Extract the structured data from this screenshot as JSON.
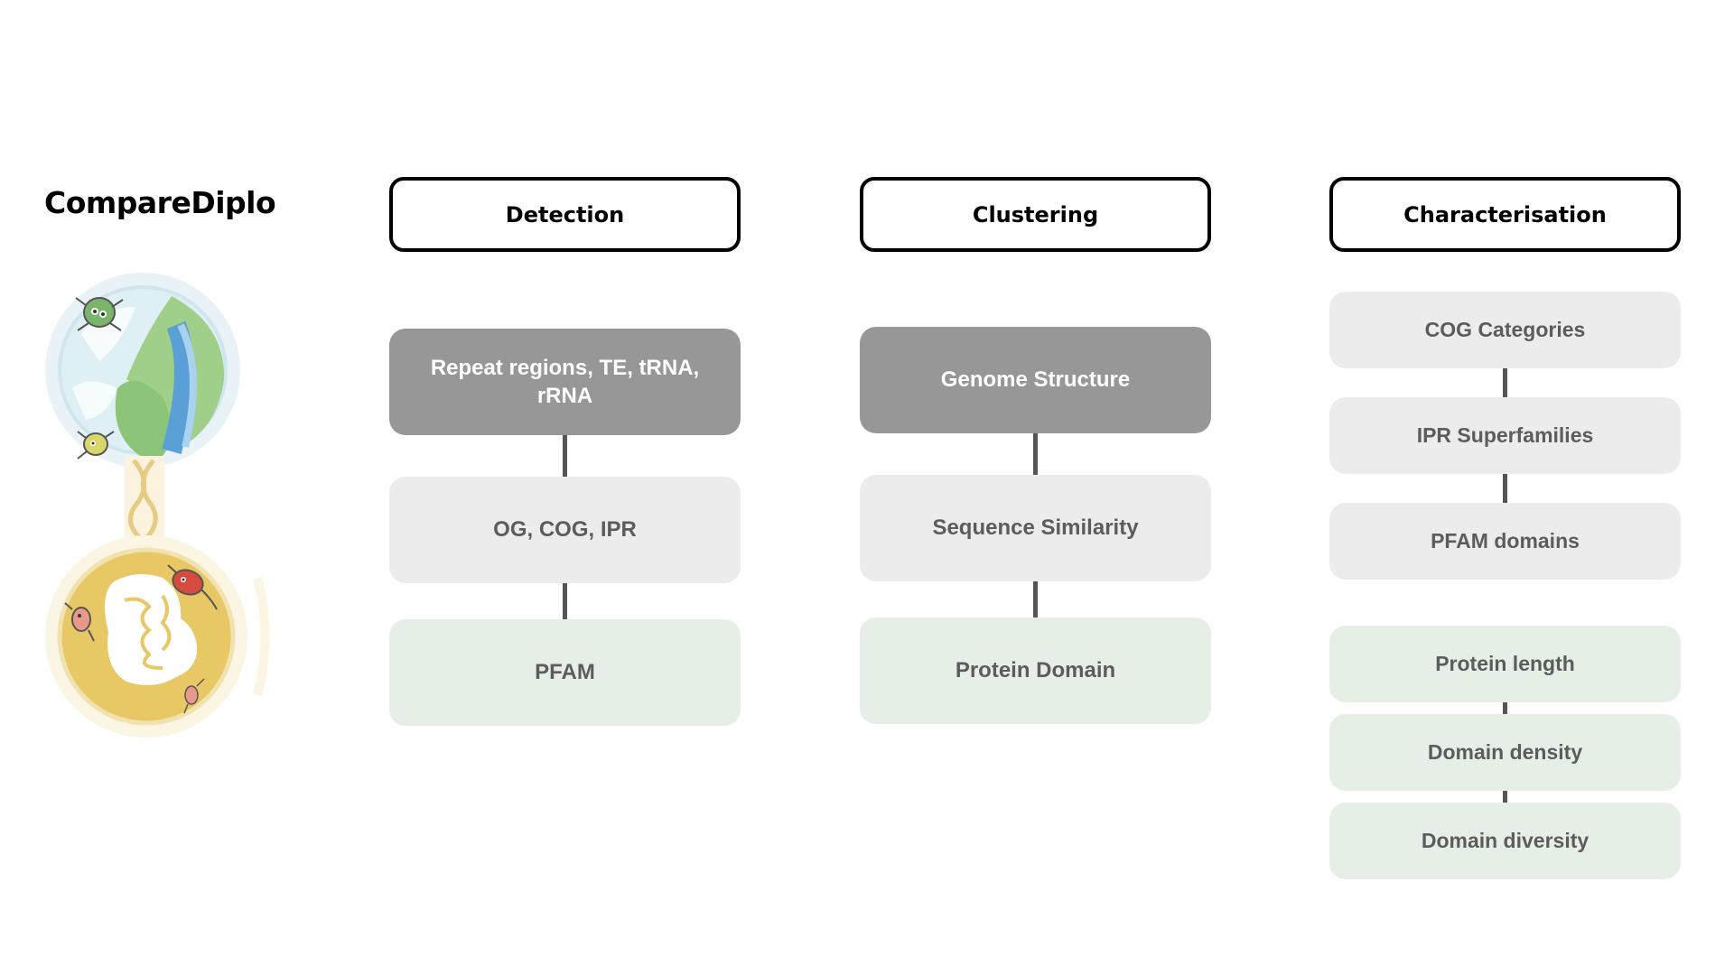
{
  "title": "CompareDiplo",
  "columns": [
    {
      "header": "Detection",
      "boxes": [
        "Repeat regions, TE, tRNA, rRNA",
        "OG, COG, IPR",
        "PFAM"
      ]
    },
    {
      "header": "Clustering",
      "boxes": [
        "Genome Structure",
        "Sequence Similarity",
        "Protein Domain"
      ]
    },
    {
      "header": "Characterisation",
      "boxes": [
        "COG Categories",
        "IPR Superfamilies",
        "PFAM domains",
        "Protein length",
        "Domain density",
        "Domain diversity"
      ]
    }
  ],
  "colors": {
    "dark_box": "#979797",
    "light_box": "#ececec",
    "green_box": "#e6efe6",
    "connector": "#555555"
  }
}
